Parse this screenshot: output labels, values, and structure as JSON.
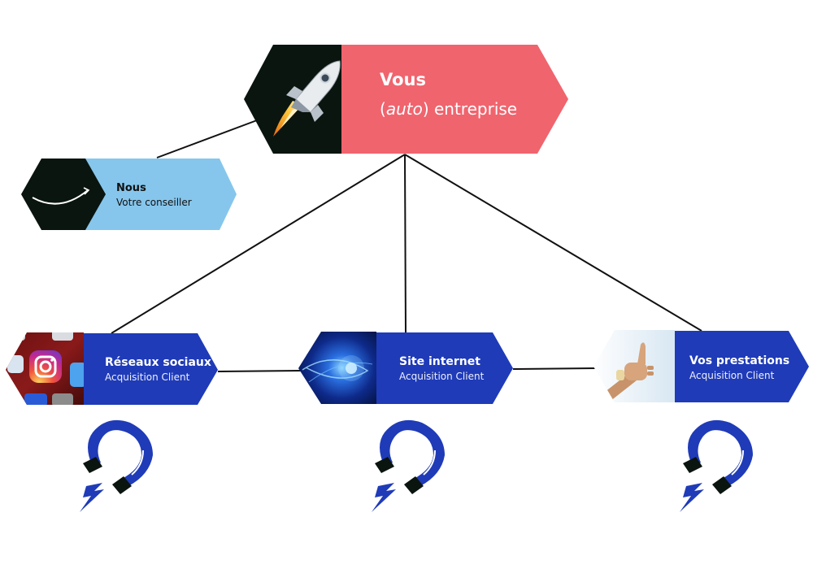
{
  "main_node": {
    "title": "Vous",
    "subtitle_open": "(",
    "subtitle_em": "auto",
    "subtitle_rest": ") entreprise",
    "icon": "rocket-icon",
    "color": "#F0646E"
  },
  "advisor_node": {
    "title": "Nous",
    "subtitle": "Votre conseiller",
    "icon": "smile-curve-icon",
    "color": "#86C6EC"
  },
  "channels": [
    {
      "title": "Réseaux sociaux",
      "subtitle": "Acquisition Client",
      "icon": "social-apps-icon"
    },
    {
      "title": "Site internet",
      "subtitle": "Acquisition Client",
      "icon": "web-globe-icon"
    },
    {
      "title": "Vos prestations",
      "subtitle": "Acquisition Client",
      "icon": "thumbs-up-icon"
    }
  ],
  "magnet_icon": "magnet-icon",
  "colors": {
    "channel_blue": "#1F3BB8",
    "dark_hex": "#0A150F",
    "connector": "#111111"
  }
}
